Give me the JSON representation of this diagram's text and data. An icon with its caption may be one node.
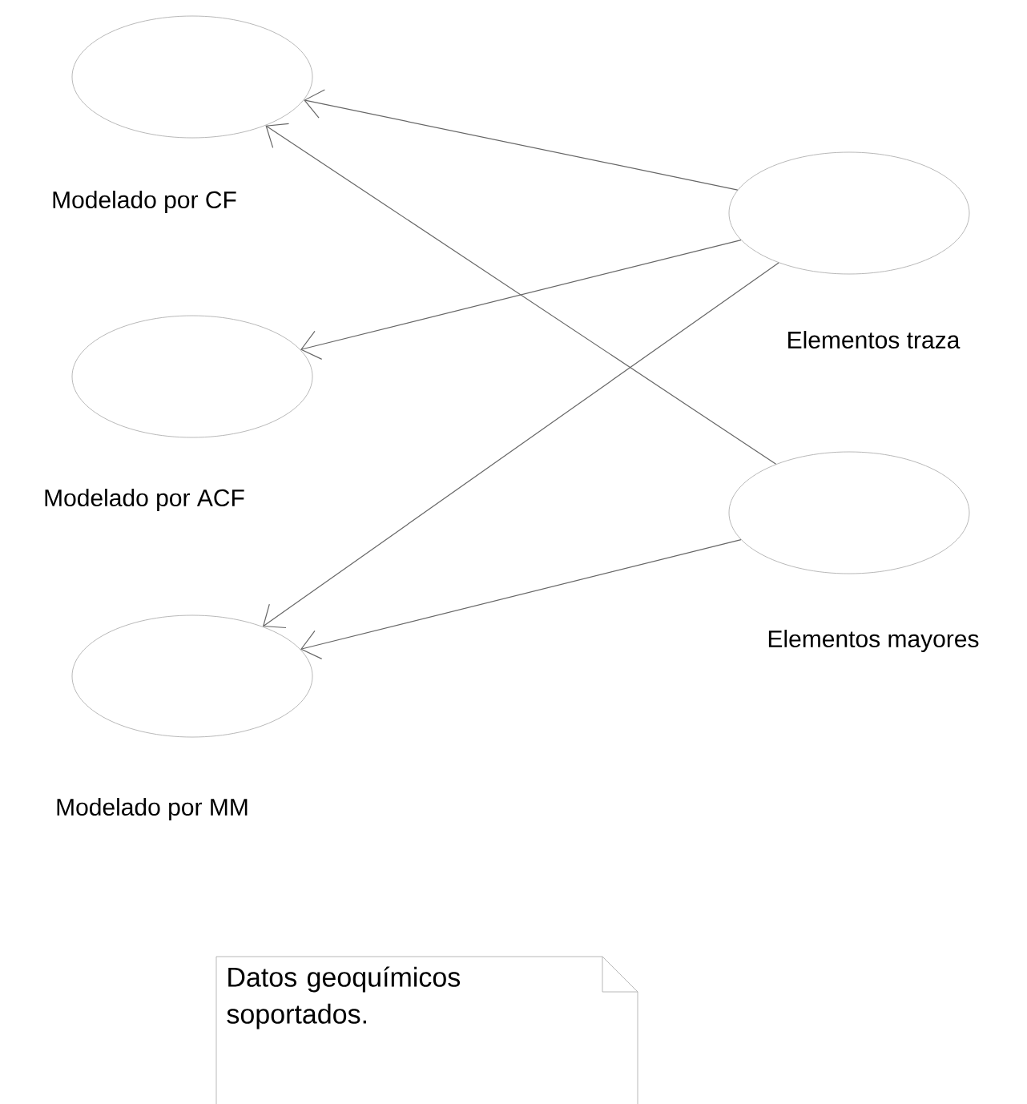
{
  "diagram": {
    "nodes": [
      {
        "text": [
          "Modelado por CF"
        ]
      },
      {
        "text": [
          "Modelado por ACF"
        ]
      },
      {
        "text": [
          "Modelado por MM"
        ]
      },
      {
        "text": [
          "Elementos traza"
        ]
      },
      {
        "text": [
          "Elementos mayores"
        ]
      },
      {
        "text": [
          "Datos geoquímicos soportados."
        ]
      }
    ],
    "edges": [
      {
        "from": 3,
        "to": 0,
        "arrow": "to"
      },
      {
        "from": 3,
        "to": 1,
        "arrow": "to"
      },
      {
        "from": 3,
        "to": 2,
        "arrow": "to"
      },
      {
        "from": 4,
        "to": 0,
        "arrow": "to"
      },
      {
        "from": 4,
        "to": 2,
        "arrow": "to"
      }
    ]
  }
}
